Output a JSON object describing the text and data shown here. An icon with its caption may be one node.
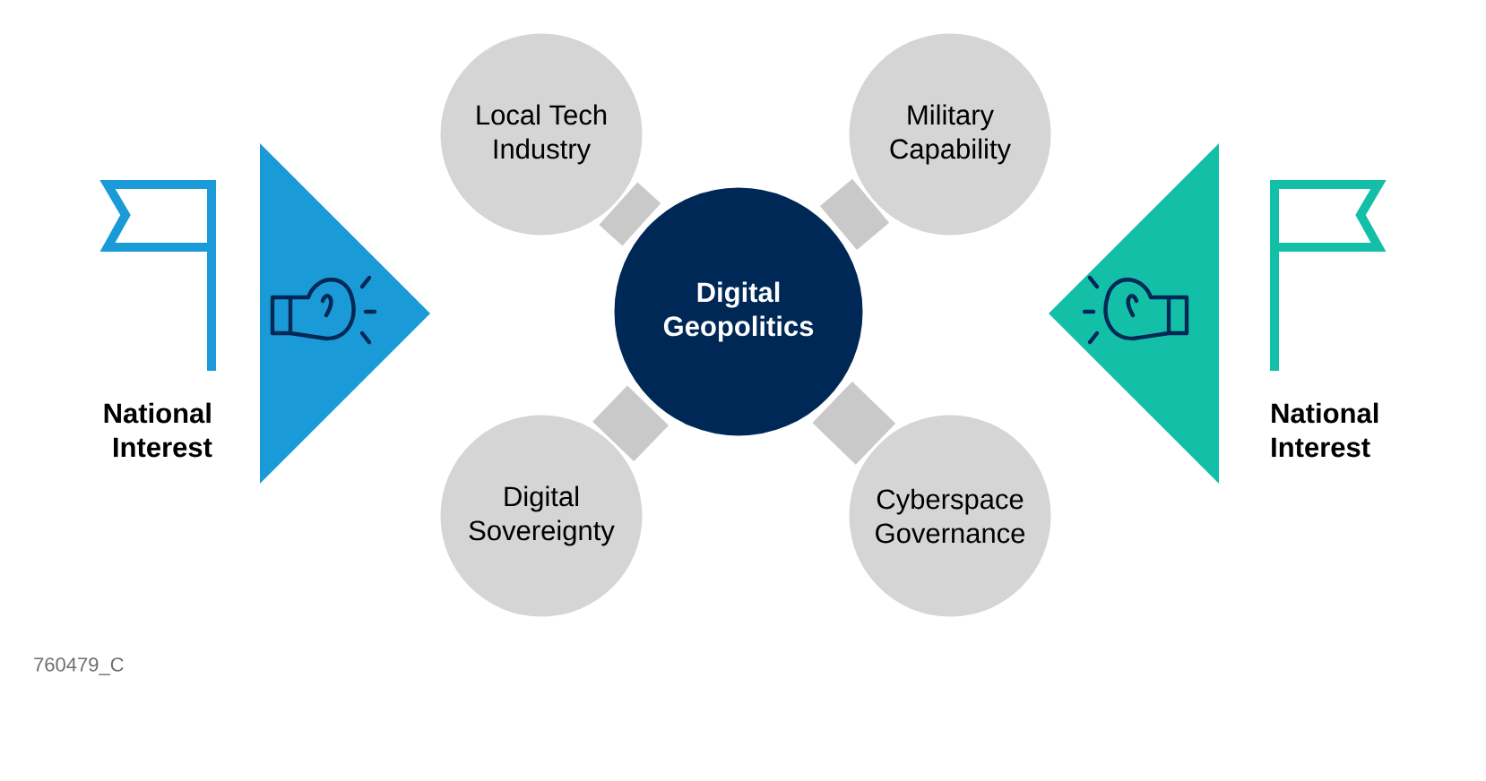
{
  "diagram": {
    "nodes": [
      {
        "text": [
          "Digital Geopolitics"
        ]
      },
      {
        "text": [
          "Local Tech Industry"
        ]
      },
      {
        "text": [
          "Military Capability"
        ]
      },
      {
        "text": [
          "Digital Sovereignty"
        ]
      },
      {
        "text": [
          "Cyberspace Governance"
        ]
      }
    ],
    "edges": [
      {
        "from": 0,
        "to": 1,
        "arrow": "none"
      },
      {
        "from": 0,
        "to": 2,
        "arrow": "none"
      },
      {
        "from": 0,
        "to": 3,
        "arrow": "none"
      },
      {
        "from": 0,
        "to": 4,
        "arrow": "none"
      }
    ],
    "labels": [
      "National Interest",
      "National Interest",
      "760479_C"
    ]
  }
}
